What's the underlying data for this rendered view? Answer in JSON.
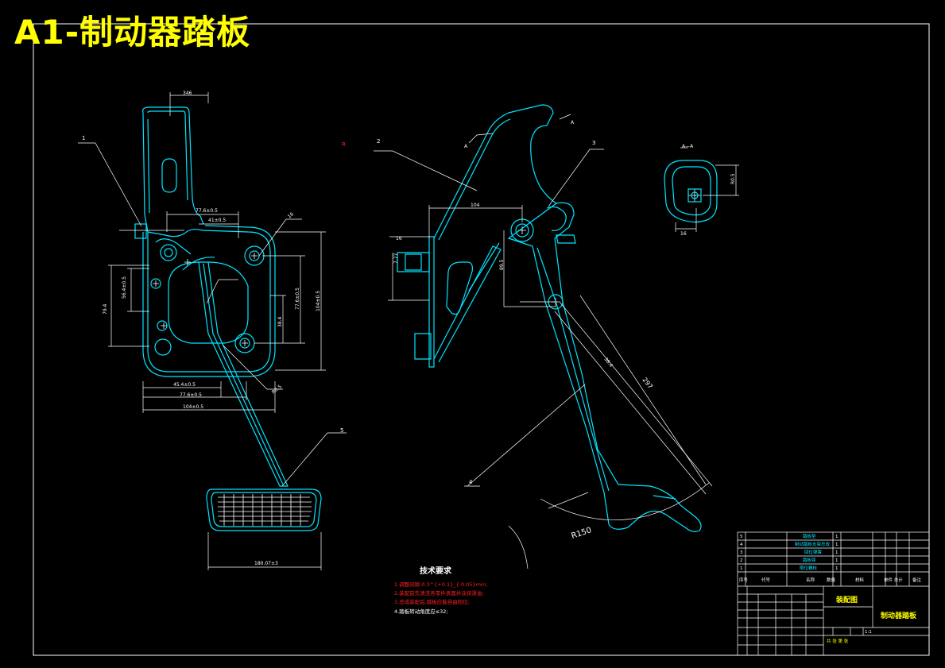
{
  "drawing": {
    "title": "A1-制动器踏板",
    "colors": {
      "background": "#000000",
      "frame": "#ffffff",
      "outline": "#00e5ff",
      "annotation": "#ffffff",
      "title": "#ffff00",
      "requirements": "#ff2020",
      "table_text": "#ffff00"
    }
  },
  "balloons": [
    {
      "id": "balloon-1",
      "text": "1"
    },
    {
      "id": "balloon-2",
      "text": "2"
    },
    {
      "id": "balloon-3",
      "text": "3"
    },
    {
      "id": "balloon-4",
      "text": "4"
    },
    {
      "id": "balloon-5",
      "text": "5"
    }
  ],
  "dimensions": {
    "d1": "346",
    "d2": "77.6±0.5",
    "d3": "41±0.5",
    "d4": "45.4±0.5",
    "d5": "77.6±0.5",
    "d6": "104±0.5",
    "d7": "180.07±3",
    "d8": "R150",
    "d9": "297",
    "d10": "104",
    "d11": "7.77",
    "d12": "89.5",
    "d13": "16",
    "d14": "R0.5",
    "d15": "56.4±0.5",
    "d16": "77.6±0.5",
    "d17": "38.4",
    "d18": "104±0.5",
    "d19": "79.4"
  },
  "section_labels": {
    "a_a": "A—A",
    "a_top": "A",
    "a_bottom": "A",
    "r_mark": "R"
  },
  "requirements": {
    "heading": "技术要求",
    "items": [
      "1.调整间隙:0.3^{+0.1}_{-0.05}mm;",
      "2.装配前先清洗各零件表面并涂润滑油;",
      "3.总成装配后,踏板应能自由回位;",
      "4.踏板转动角度应≤32;"
    ]
  },
  "parts_table": {
    "rows": [
      {
        "no": "5",
        "name": "踏板垫",
        "qty": "1"
      },
      {
        "no": "4",
        "name": "制动踏板支架总成",
        "qty": "1"
      },
      {
        "no": "3",
        "name": "回位弹簧",
        "qty": "1"
      },
      {
        "no": "2",
        "name": "踏板臂",
        "qty": "1"
      },
      {
        "no": "1",
        "name": "限位螺栓",
        "qty": "1"
      }
    ],
    "header": {
      "no": "序号",
      "code": "代号",
      "name": "名称",
      "qty": "数量",
      "material": "材料",
      "mass": "单件 总计",
      "remark": "备注"
    }
  },
  "title_block": {
    "drawing_type": "装配图",
    "drawing_name": "制动器踏板",
    "scale": "1:1",
    "sheet": "共 张 第 张"
  }
}
